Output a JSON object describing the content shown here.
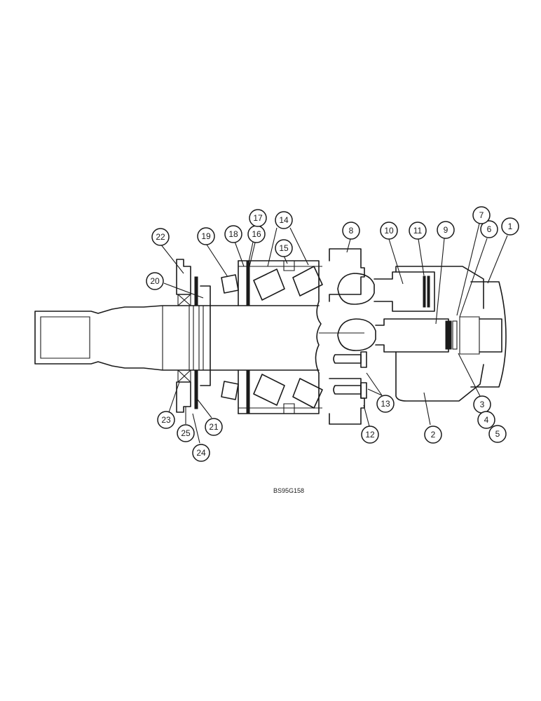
{
  "figure_code": "BS95G158",
  "callouts": [
    "1",
    "2",
    "3",
    "4",
    "5",
    "6",
    "7",
    "8",
    "9",
    "10",
    "11",
    "12",
    "13",
    "14",
    "15",
    "16",
    "17",
    "18",
    "19",
    "20",
    "21",
    "22",
    "23",
    "24",
    "25"
  ]
}
